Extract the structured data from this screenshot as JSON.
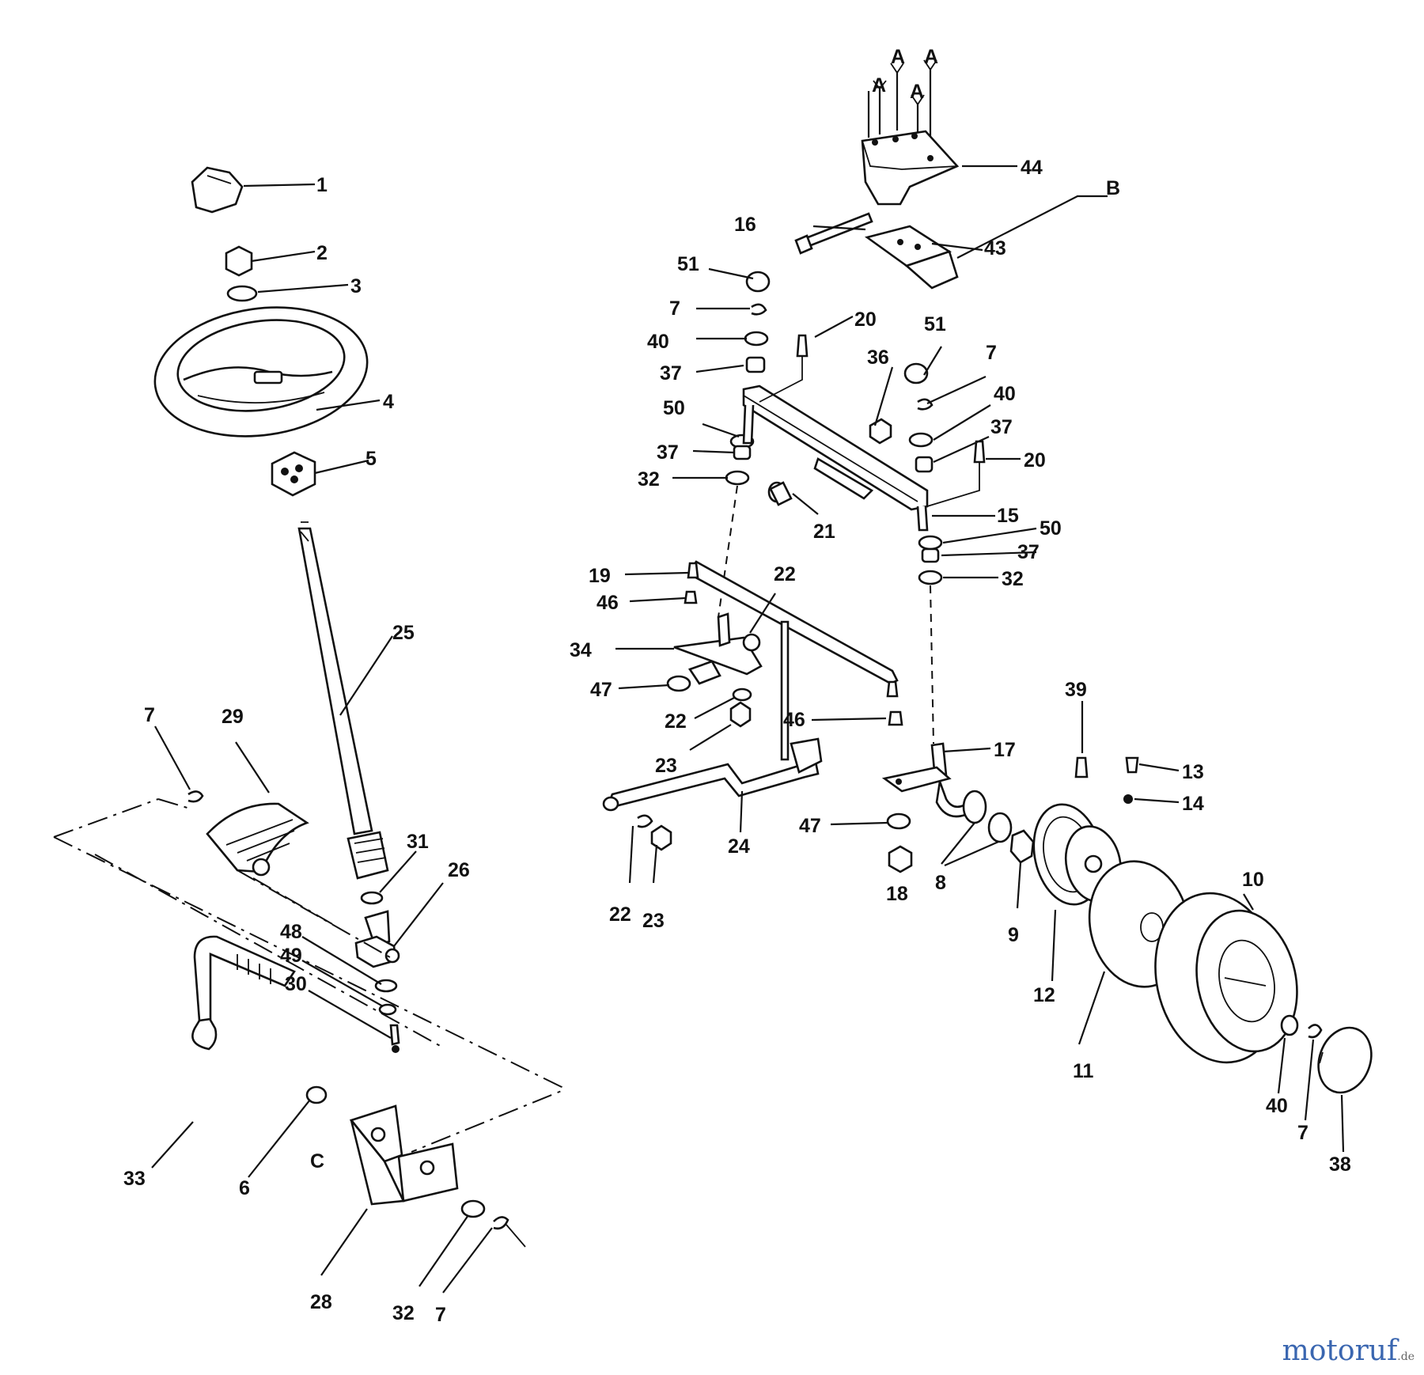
{
  "diagram": {
    "callouts": [
      {
        "id": "c1",
        "text": "1"
      },
      {
        "id": "c2",
        "text": "2"
      },
      {
        "id": "c3",
        "text": "3"
      },
      {
        "id": "c4",
        "text": "4"
      },
      {
        "id": "c5",
        "text": "5"
      },
      {
        "id": "c25",
        "text": "25"
      },
      {
        "id": "c7a",
        "text": "7"
      },
      {
        "id": "c29",
        "text": "29"
      },
      {
        "id": "c31",
        "text": "31"
      },
      {
        "id": "c26",
        "text": "26"
      },
      {
        "id": "c48",
        "text": "48"
      },
      {
        "id": "c49",
        "text": "49"
      },
      {
        "id": "c30",
        "text": "30"
      },
      {
        "id": "c33",
        "text": "33"
      },
      {
        "id": "c6",
        "text": "6"
      },
      {
        "id": "cC",
        "text": "C"
      },
      {
        "id": "c28",
        "text": "28"
      },
      {
        "id": "c32a",
        "text": "32"
      },
      {
        "id": "c7b",
        "text": "7"
      },
      {
        "id": "cA1",
        "text": "A"
      },
      {
        "id": "cA2",
        "text": "A"
      },
      {
        "id": "cA3",
        "text": "A"
      },
      {
        "id": "cA4",
        "text": "A"
      },
      {
        "id": "c44",
        "text": "44"
      },
      {
        "id": "cB",
        "text": "B"
      },
      {
        "id": "c16",
        "text": "16"
      },
      {
        "id": "c43",
        "text": "43"
      },
      {
        "id": "c51a",
        "text": "51"
      },
      {
        "id": "c7c",
        "text": "7"
      },
      {
        "id": "c40a",
        "text": "40"
      },
      {
        "id": "c37a",
        "text": "37"
      },
      {
        "id": "c20a",
        "text": "20"
      },
      {
        "id": "c50a",
        "text": "50"
      },
      {
        "id": "c37b",
        "text": "37"
      },
      {
        "id": "c32b",
        "text": "32"
      },
      {
        "id": "c36",
        "text": "36"
      },
      {
        "id": "c51b",
        "text": "51"
      },
      {
        "id": "c7d",
        "text": "7"
      },
      {
        "id": "c40b",
        "text": "40"
      },
      {
        "id": "c37c",
        "text": "37"
      },
      {
        "id": "c20b",
        "text": "20"
      },
      {
        "id": "c21",
        "text": "21"
      },
      {
        "id": "c15",
        "text": "15"
      },
      {
        "id": "c50b",
        "text": "50"
      },
      {
        "id": "c37d",
        "text": "37"
      },
      {
        "id": "c32c",
        "text": "32"
      },
      {
        "id": "c19",
        "text": "19"
      },
      {
        "id": "c22a",
        "text": "22"
      },
      {
        "id": "c46a",
        "text": "46"
      },
      {
        "id": "c34",
        "text": "34"
      },
      {
        "id": "c47a",
        "text": "47"
      },
      {
        "id": "c22b",
        "text": "22"
      },
      {
        "id": "c23a",
        "text": "23"
      },
      {
        "id": "c46b",
        "text": "46"
      },
      {
        "id": "c17",
        "text": "17"
      },
      {
        "id": "c39",
        "text": "39"
      },
      {
        "id": "c13",
        "text": "13"
      },
      {
        "id": "c14",
        "text": "14"
      },
      {
        "id": "c24",
        "text": "24"
      },
      {
        "id": "c47b",
        "text": "47"
      },
      {
        "id": "c8",
        "text": "8"
      },
      {
        "id": "c18",
        "text": "18"
      },
      {
        "id": "c22c",
        "text": "22"
      },
      {
        "id": "c23b",
        "text": "23"
      },
      {
        "id": "c9",
        "text": "9"
      },
      {
        "id": "c12",
        "text": "12"
      },
      {
        "id": "c10",
        "text": "10"
      },
      {
        "id": "c11",
        "text": "11"
      },
      {
        "id": "c40c",
        "text": "40"
      },
      {
        "id": "c7e",
        "text": "7"
      },
      {
        "id": "c38",
        "text": "38"
      }
    ]
  },
  "watermark": {
    "brand": "motoruf",
    "tld": ".de",
    "accent": "#3a66b0"
  }
}
